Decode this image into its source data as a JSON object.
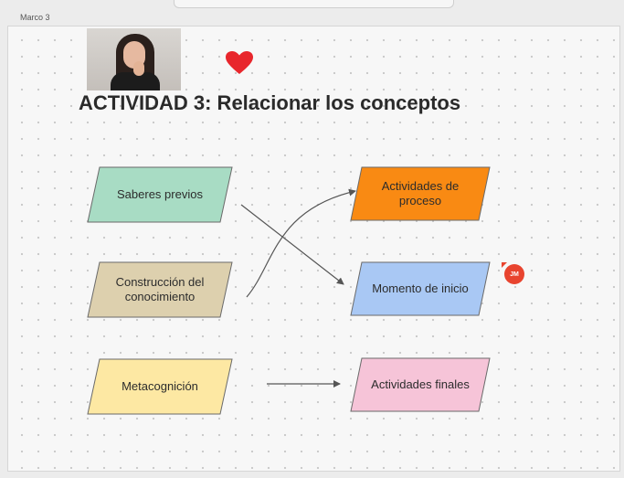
{
  "frame": {
    "label": "Marco 3"
  },
  "title": "ACTIVIDAD 3: Relacionar los conceptos",
  "left_shapes": [
    {
      "label": "Saberes previos",
      "color": "#a8dcc4"
    },
    {
      "label": "Construcción del conocimiento",
      "color": "#ddd0ae"
    },
    {
      "label": "Metacognición",
      "color": "#fde8a3"
    }
  ],
  "right_shapes": [
    {
      "label": "Actividades de proceso",
      "color": "#f98a13"
    },
    {
      "label": "Momento de inicio",
      "color": "#a9c8f4"
    },
    {
      "label": "Actividades finales",
      "color": "#f6c4d8"
    }
  ],
  "collaborator": {
    "initials": "JM",
    "color": "#e8442f"
  },
  "icons": {
    "photo": "presenter-photo",
    "heart": "heart-icon"
  }
}
